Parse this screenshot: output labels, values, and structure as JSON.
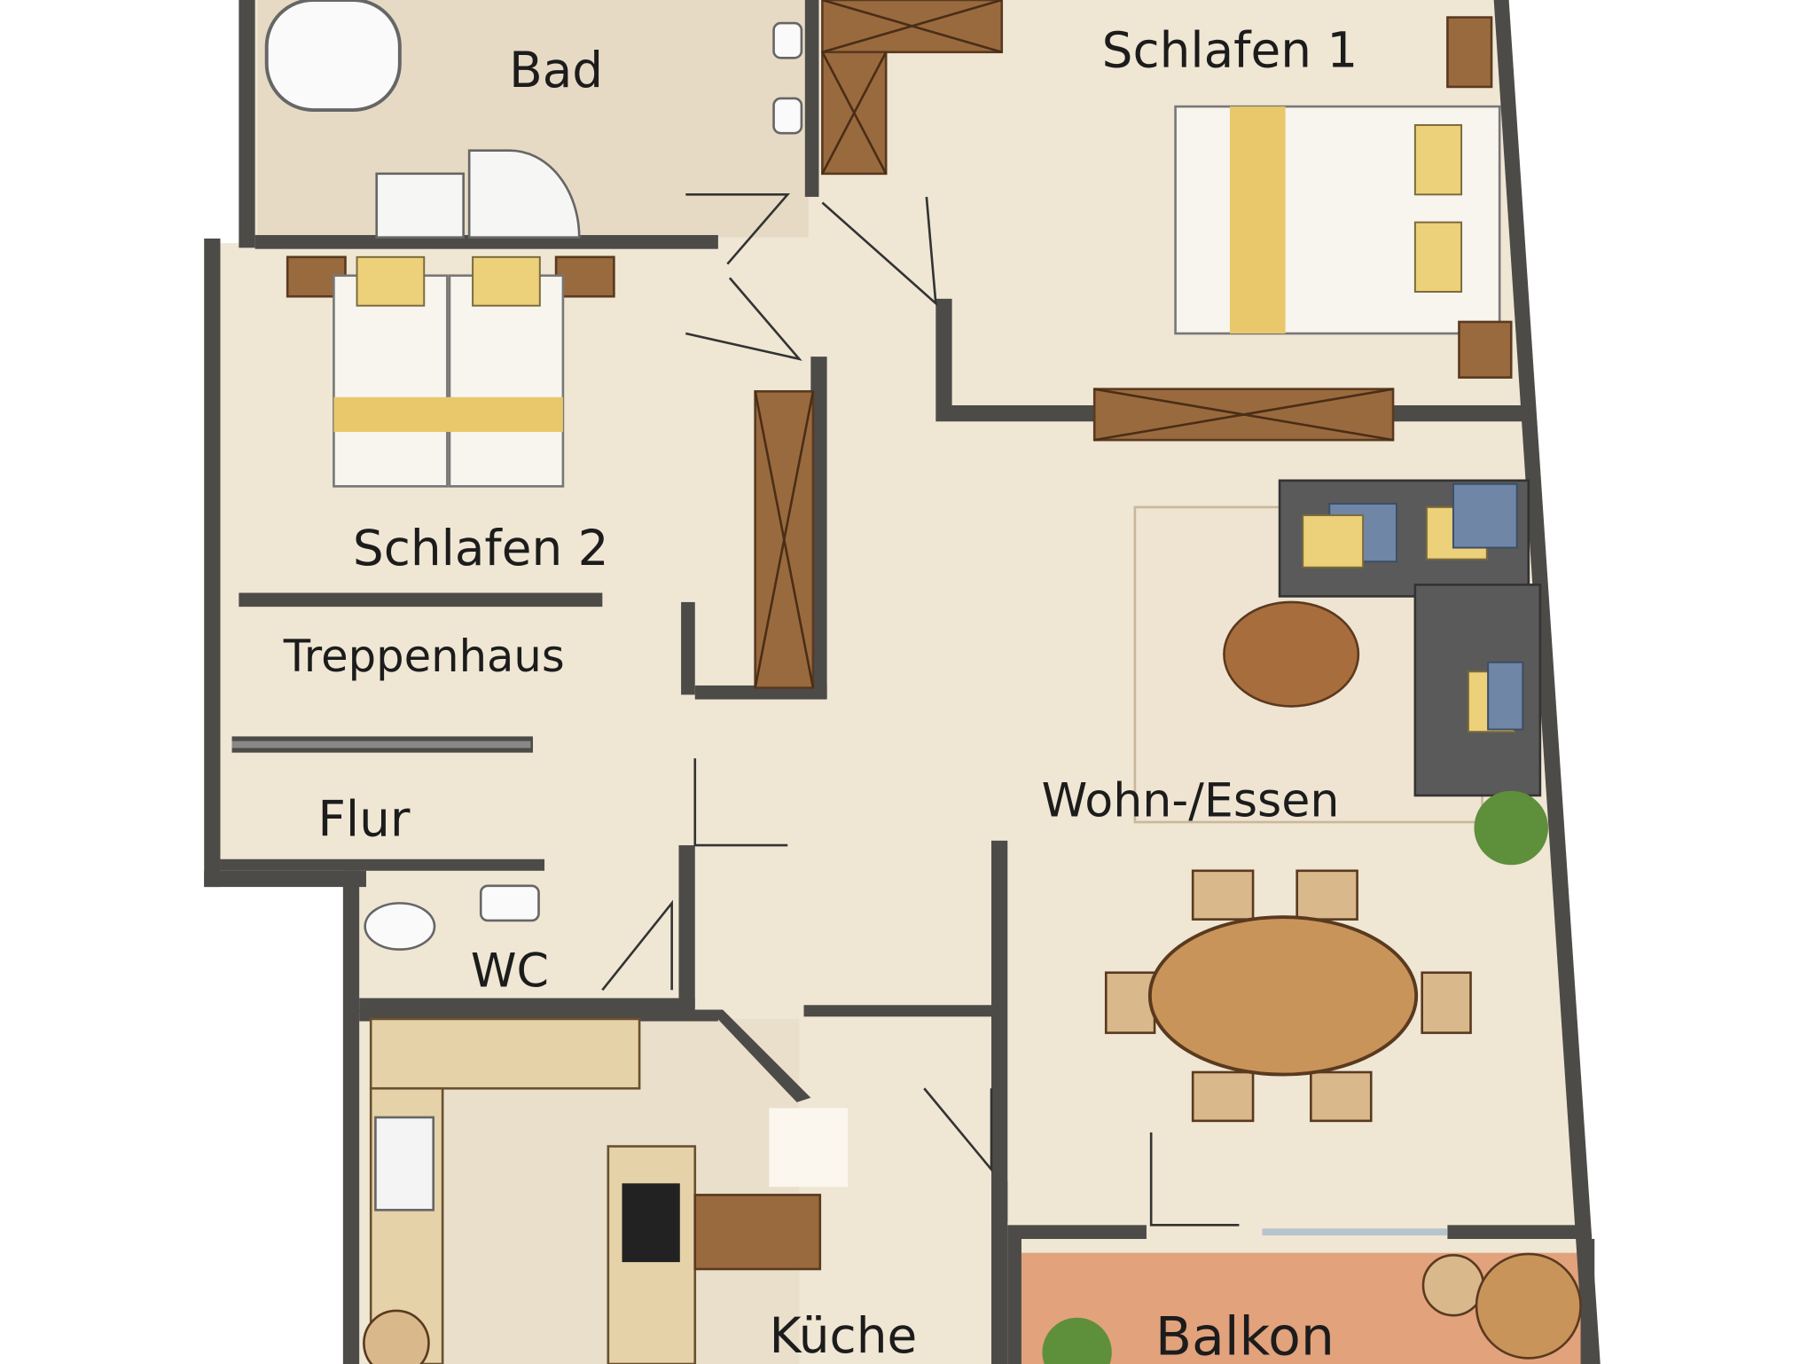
{
  "rooms": {
    "bad": "Bad",
    "schlafen1": "Schlafen 1",
    "schlafen2": "Schlafen 2",
    "treppenhaus": "Treppenhaus",
    "flur": "Flur",
    "wc": "WC",
    "wohn_essen": "Wohn-/Essen",
    "kueche": "Küche",
    "balkon": "Balkon"
  },
  "colors": {
    "floor": "#efe6d4",
    "wall": "#4d4b48",
    "balcony": "#e2a27c",
    "accent_yellow": "#ecd07a"
  }
}
